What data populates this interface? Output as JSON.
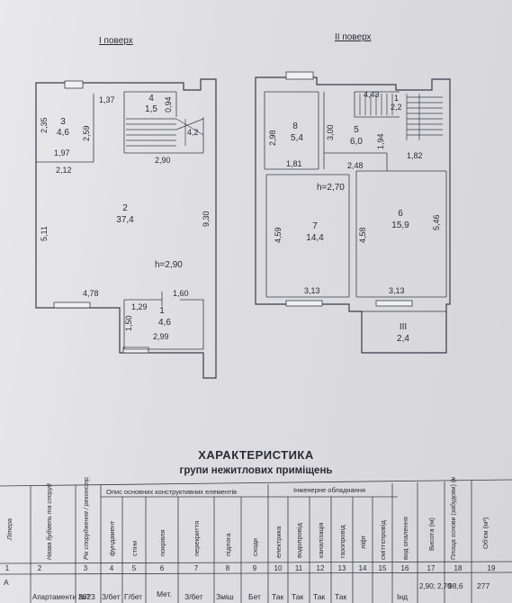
{
  "floor1": {
    "title": "I поверх",
    "rooms": [
      {
        "num": "3",
        "area": "4,6"
      },
      {
        "num": "4",
        "area": "1,5"
      },
      {
        "num": "2",
        "area": "37,4"
      },
      {
        "num": "1",
        "area": "4,6"
      }
    ],
    "height": "h=2,90",
    "dims": [
      "2,35",
      "2,59",
      "1,97",
      "1,37",
      "0,94",
      "4,2",
      "2,12",
      "2,90",
      "5,11",
      "9,30",
      "4,78",
      "1,60",
      "1,29",
      "1,50",
      "2,99"
    ]
  },
  "floor2": {
    "title": "II поверх",
    "rooms": [
      {
        "num": "8",
        "area": "5,4"
      },
      {
        "num": "5",
        "area": "6,0"
      },
      {
        "num": "7",
        "area": "14,4"
      },
      {
        "num": "6",
        "area": "15,9"
      },
      {
        "num": "III",
        "area": "2,4"
      }
    ],
    "height": "h=2,70",
    "dims": [
      "4,43",
      "1",
      "2,2",
      "2,98",
      "3,00",
      "1,94",
      "1,81",
      "2,48",
      "1,82",
      "4,59",
      "4,58",
      "5,46",
      "3,13",
      "3,13"
    ]
  },
  "heading": {
    "title": "ХАРАКТЕРИСТИКА",
    "subtitle": "групи нежитлових приміщень"
  },
  "table": {
    "col_letter": "Літера",
    "col_name": "Назва будівель та споруд",
    "col_year": "Рік спорудження / реконструкції",
    "group_struct": "Опис основних конструктивних елементів",
    "group_eng": "Інженерне обладнання",
    "struct_cols": [
      "фундамент",
      "стіни",
      "покрівля",
      "перекриття",
      "підлога",
      "сходи"
    ],
    "eng_cols": [
      "електрика",
      "водопровід",
      "каналізація",
      "газопровід",
      "ліфт",
      "сміттєпровід",
      "вид опалення"
    ],
    "tail_cols": [
      "Висота (м)",
      "Площа основи (забудови) (м²)",
      "Об'єм (м³)"
    ],
    "col_numbers": [
      "1",
      "2",
      "3",
      "4",
      "5",
      "6",
      "7",
      "8",
      "9",
      "10",
      "11",
      "12",
      "13",
      "14",
      "15",
      "16",
      "17",
      "18",
      "19"
    ],
    "row": {
      "letter": "А",
      "name": "Апартаменти №7",
      "year": "2023",
      "struct": [
        "З/бет",
        "Г/бет",
        "Мет.",
        "З/бет",
        "Зміш",
        "Бет"
      ],
      "eng": [
        "Так",
        "Так",
        "Так",
        "Так",
        "",
        "",
        "Інд"
      ],
      "height": "2,90; 2,70",
      "area": "98,6",
      "volume": "277"
    }
  }
}
